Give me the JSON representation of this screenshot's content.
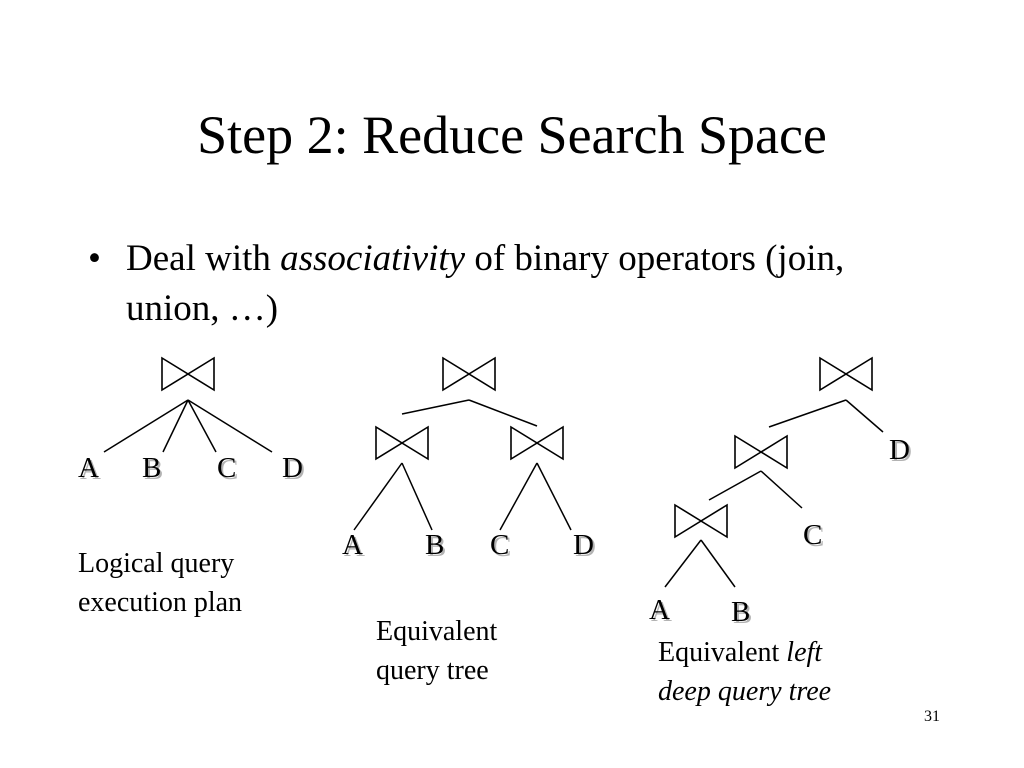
{
  "slide": {
    "title": "Step 2: Reduce Search Space",
    "bullet": {
      "symbol": "•",
      "text_before": "Deal with ",
      "text_emphasis": "associativity",
      "text_after": " of binary operators (join, union, …)"
    },
    "join_symbol": "bowtie-icon",
    "trees": {
      "logical_plan": {
        "leaves": [
          "A",
          "B",
          "C",
          "D"
        ],
        "caption_line1": "Logical query",
        "caption_line2": "execution plan"
      },
      "bushy_tree": {
        "leaves": [
          "A",
          "B",
          "C",
          "D"
        ],
        "caption_line1": "Equivalent",
        "caption_line2": "query tree"
      },
      "left_deep_tree": {
        "leaves": [
          "A",
          "B",
          "C",
          "D"
        ],
        "caption_line1_plain": "Equivalent ",
        "caption_line1_emphasis": "left",
        "caption_line2_emphasis": "deep query tree"
      }
    },
    "page_number": "31"
  }
}
